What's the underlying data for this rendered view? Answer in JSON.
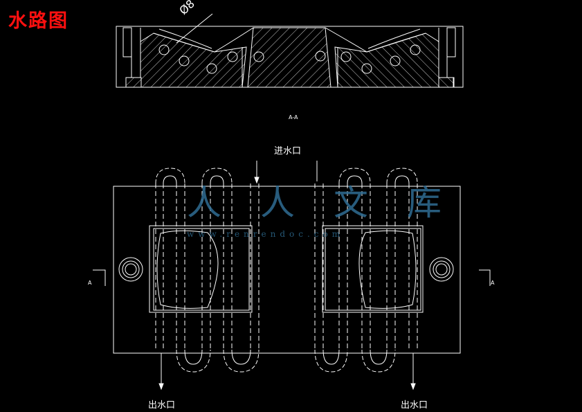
{
  "title": "水路图",
  "section_label": "A-A",
  "diameter_label": "Ø8",
  "inlet_label": "进水口",
  "outlet_label_left": "出水口",
  "outlet_label_right": "出水口",
  "section_marker_left": "A",
  "section_marker_right": "A",
  "watermark": {
    "text": "人人文库",
    "url": "www.renrendoc.com"
  },
  "colors": {
    "background": "#000000",
    "lines": "#ffffff",
    "title": "#ff1010",
    "watermark": "#2f6d93"
  }
}
